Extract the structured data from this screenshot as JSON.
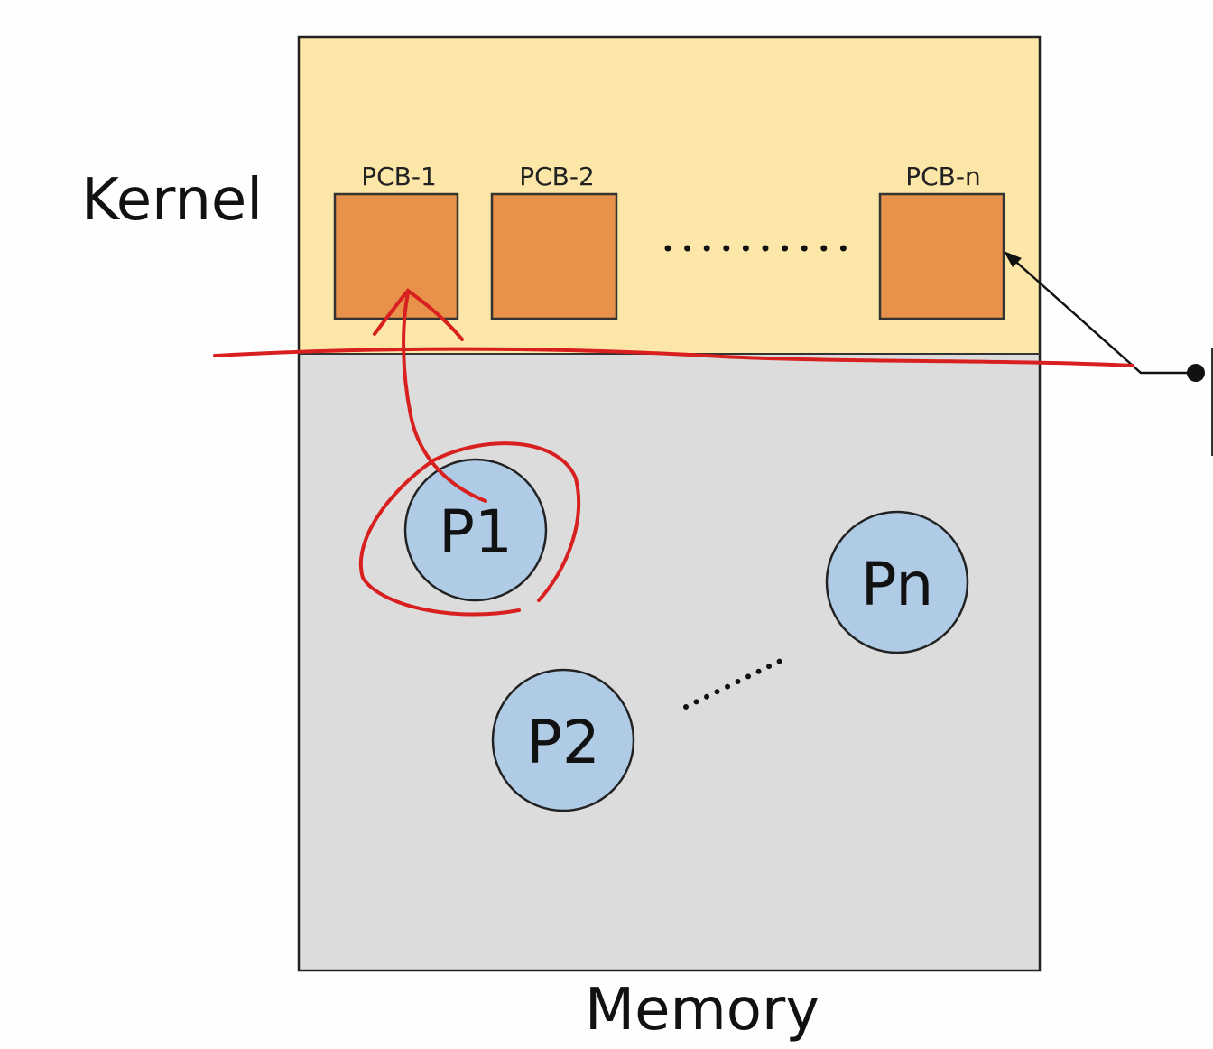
{
  "labels": {
    "kernel": "Kernel",
    "memory": "Memory"
  },
  "pcbs": [
    {
      "label": "PCB-1"
    },
    {
      "label": "PCB-2"
    },
    {
      "label": "PCB-n"
    }
  ],
  "processes": [
    {
      "label": "P1"
    },
    {
      "label": "P2"
    },
    {
      "label": "Pn"
    }
  ],
  "colors": {
    "kernel_region": "#FDE7A8",
    "user_region": "#DCDCDC",
    "pcb": "#E8914A",
    "process": "#AFCBE6",
    "annotation": "#D92020"
  }
}
